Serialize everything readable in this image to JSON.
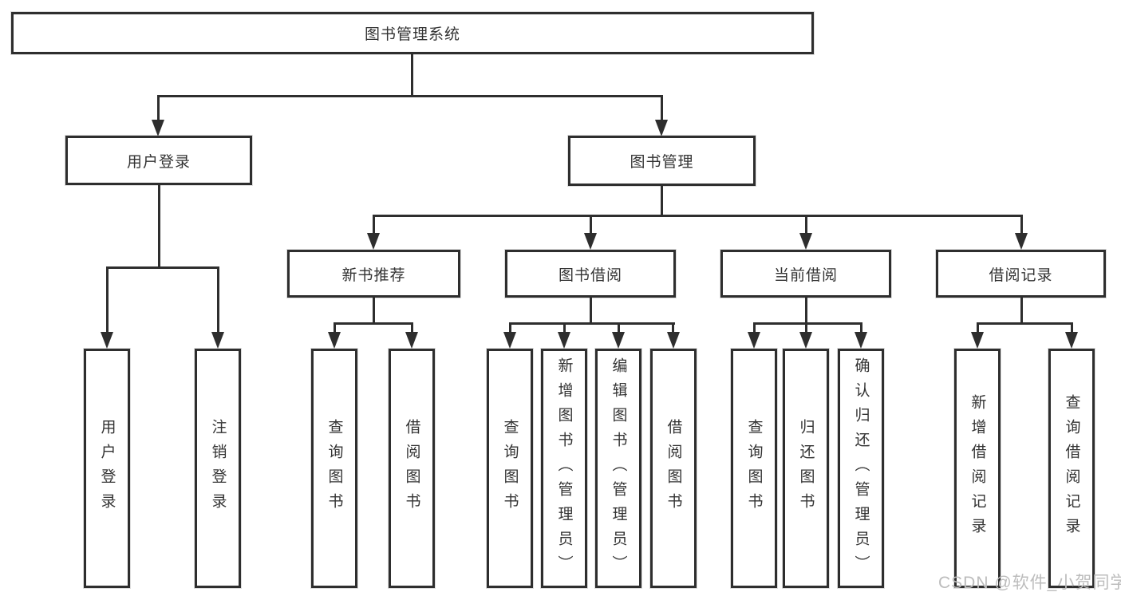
{
  "diagram": {
    "type": "hierarchy-tree",
    "root": {
      "label": "图书管理系统"
    },
    "children": [
      {
        "label": "用户登录",
        "children": [
          {
            "label": "用户登录"
          },
          {
            "label": "注销登录"
          }
        ]
      },
      {
        "label": "图书管理",
        "children": [
          {
            "label": "新书推荐",
            "children": [
              {
                "label": "查询图书"
              },
              {
                "label": "借阅图书"
              }
            ]
          },
          {
            "label": "图书借阅",
            "children": [
              {
                "label": "查询图书"
              },
              {
                "label": "新增图书（管理员）"
              },
              {
                "label": "编辑图书（管理员）"
              },
              {
                "label": "借阅图书"
              }
            ]
          },
          {
            "label": "当前借阅",
            "children": [
              {
                "label": "查询图书"
              },
              {
                "label": "归还图书"
              },
              {
                "label": "确认归还（管理员）"
              }
            ]
          },
          {
            "label": "借阅记录",
            "children": [
              {
                "label": "新增借阅记录"
              },
              {
                "label": "查询借阅记录"
              }
            ]
          }
        ]
      }
    ]
  },
  "watermark": {
    "text": "CSDN @软件_小贺同学",
    "color": "#bcbcbc"
  },
  "colors": {
    "line": "#2e2e2e",
    "box_border": "#2e2e2e",
    "box_fill": "#ffffff",
    "text": "#333333",
    "background": "#ffffff"
  }
}
